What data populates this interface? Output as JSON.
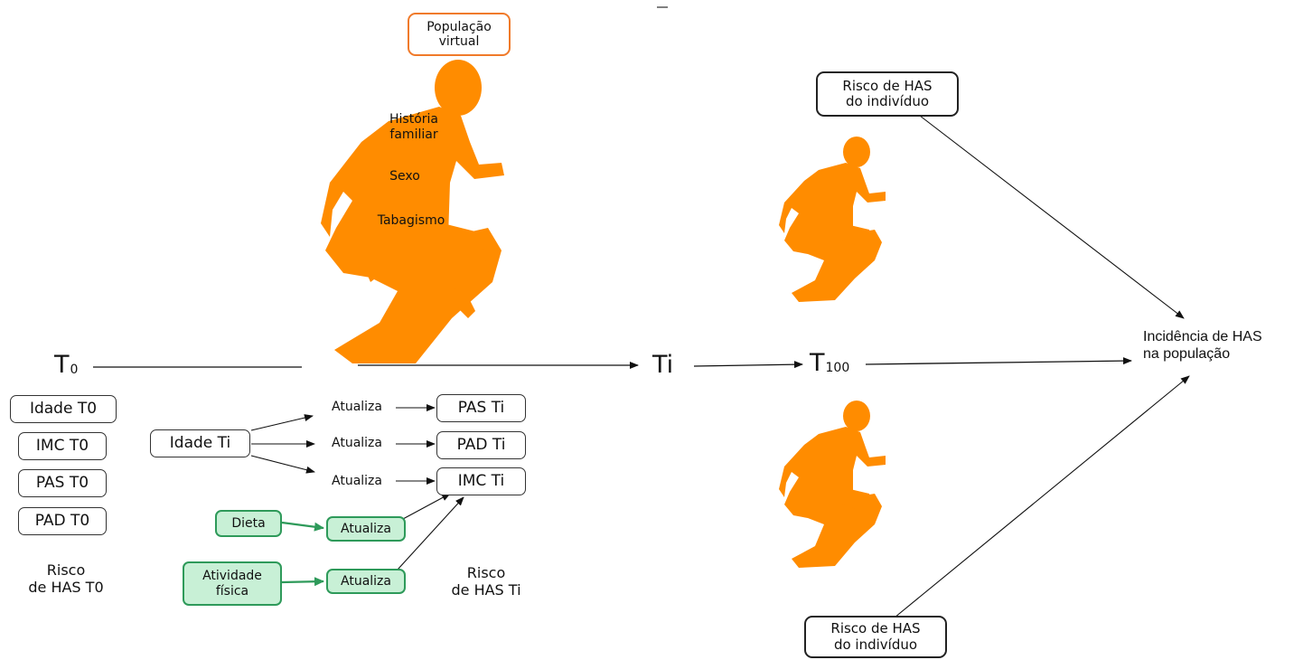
{
  "population_box": "População\nvirtual",
  "runner_labels": {
    "history": "História\nfamiliar",
    "sex": "Sexo",
    "smoking": "Tabagismo"
  },
  "timeline": {
    "t0": "T",
    "t0_sub": "0",
    "ti": "Ti",
    "t100": "T",
    "t100_sub": "100"
  },
  "baseline_boxes": [
    "Idade T0",
    "IMC T0",
    "PAS T0",
    "PAD T0"
  ],
  "baseline_risk": "Risco\nde HAS T0",
  "age_box": "Idade Ti",
  "update_label": "Atualiza",
  "updated_boxes": [
    "PAS Ti",
    "PAD Ti",
    "IMC Ti"
  ],
  "lifestyle": {
    "diet": "Dieta",
    "activity": "Atividade\nfísica",
    "update": "Atualiza"
  },
  "risk_ti": "Risco\nde HAS Ti",
  "individual_risk": "Risco de HAS\ndo indivíduo",
  "incidence": "Incidência  de  HAS\nna população",
  "colors": {
    "runner": "#ff8c00",
    "orange_border": "#f07a2a",
    "green_fill": "#c8f0d6",
    "green_border": "#2e9a5a"
  }
}
